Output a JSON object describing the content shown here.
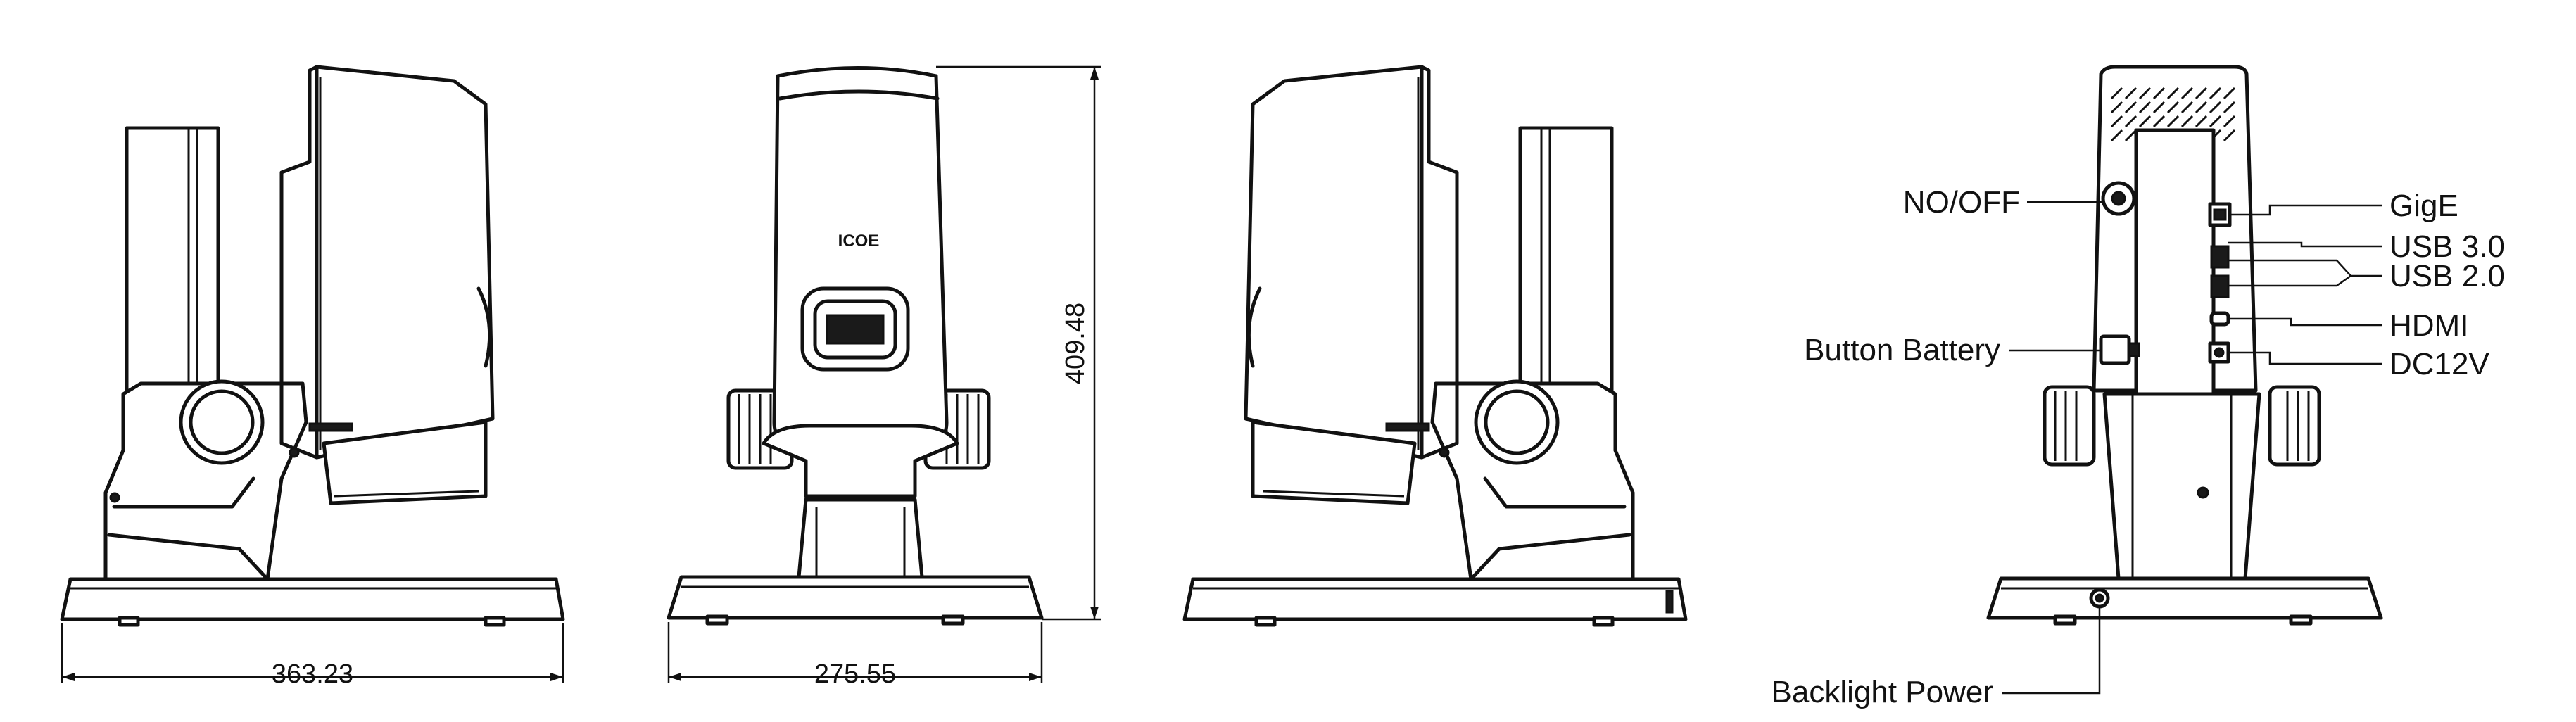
{
  "dimensions": {
    "side_width": "363.23",
    "front_width": "275.55",
    "height": "409.48"
  },
  "front": {
    "brand": "ICOE"
  },
  "callouts": {
    "power_switch": "NO/OFF",
    "button_battery": "Button Battery",
    "backlight_power": "Backlight Power",
    "gige": "GigE",
    "usb3": "USB 3.0",
    "usb2": "USB 2.0",
    "hdmi": "HDMI",
    "dc": "DC12V"
  }
}
